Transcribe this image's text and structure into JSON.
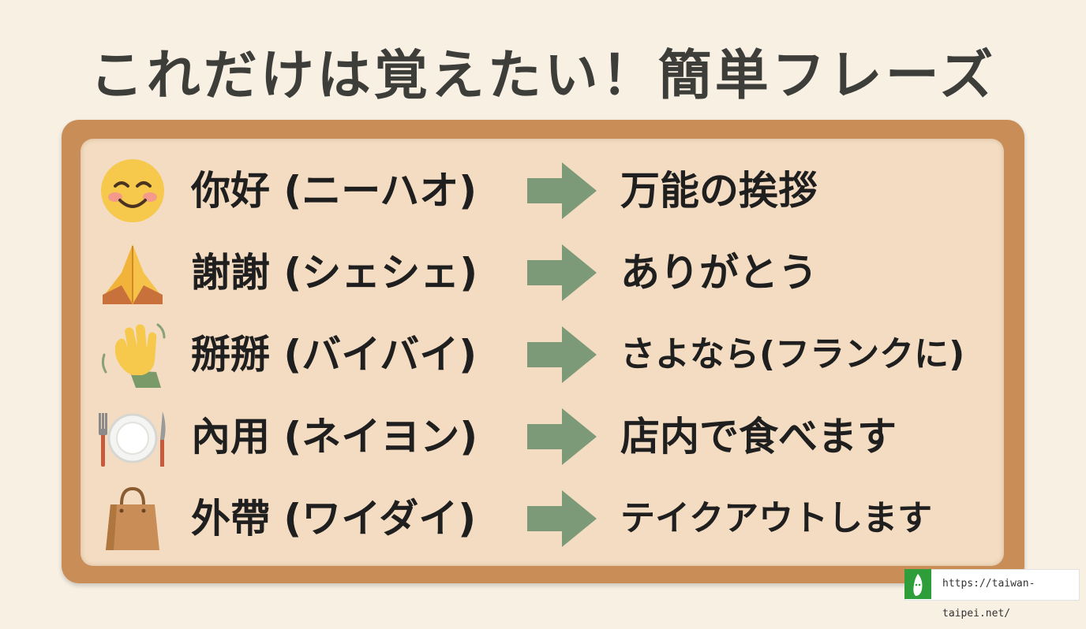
{
  "title": "これだけは覚えたい！簡単フレーズ",
  "rows": [
    {
      "icon": "smiling-face-icon",
      "phrase": "你好 (ニーハオ)",
      "meaning": "万能の挨拶"
    },
    {
      "icon": "folded-hands-icon",
      "phrase": "謝謝 (シェシェ)",
      "meaning": "ありがとう"
    },
    {
      "icon": "waving-hand-icon",
      "phrase": "掰掰 (バイバイ)",
      "meaning": "さよなら(フランクに)"
    },
    {
      "icon": "plate-cutlery-icon",
      "phrase": "內用 (ネイヨン)",
      "meaning": "店内で食べます"
    },
    {
      "icon": "shopping-bag-icon",
      "phrase": "外帶 (ワイダイ)",
      "meaning": "テイクアウトします"
    }
  ],
  "footer": {
    "url": "https://taiwan-taipei.net/"
  },
  "colors": {
    "background": "#f8f0e3",
    "board_frame": "#c98d57",
    "board_surface": "#f3dcc1",
    "arrow": "#7d9a78",
    "text": "#1f1f1f"
  }
}
